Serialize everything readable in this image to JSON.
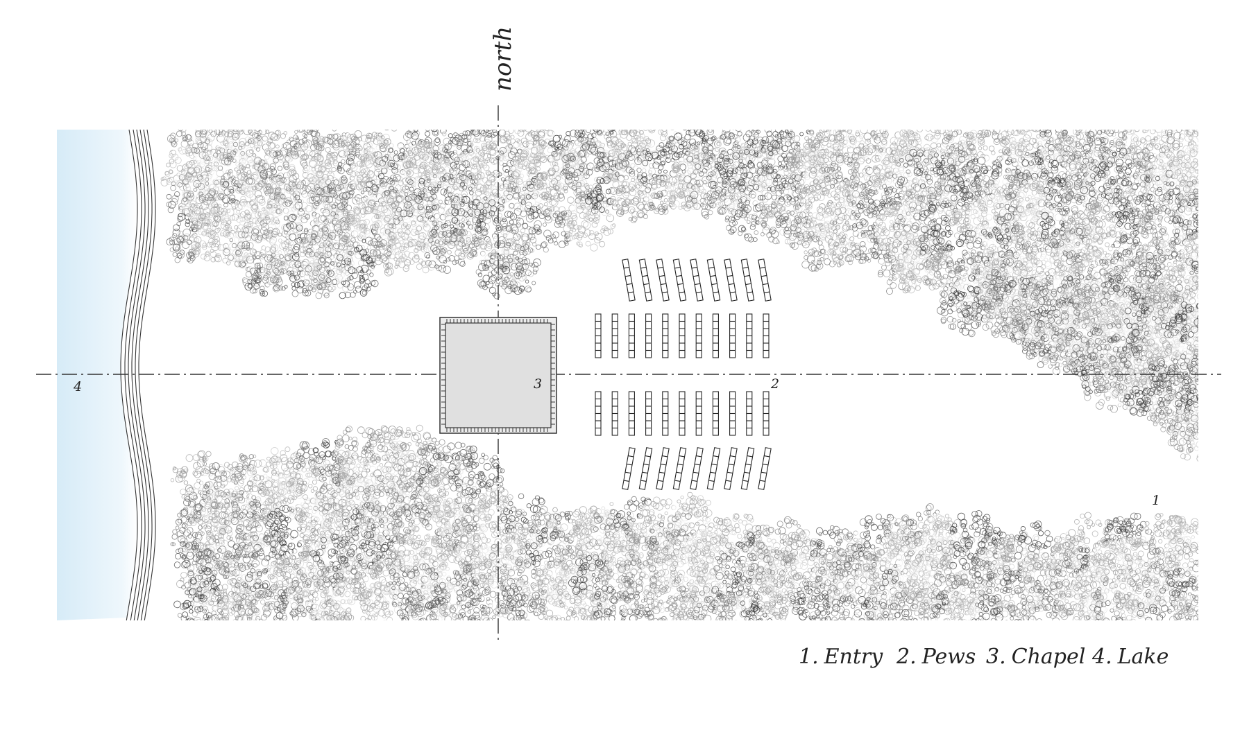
{
  "north_label": "north",
  "site_markers": {
    "entry": "1",
    "pews": "2",
    "chapel": "3",
    "lake": "4"
  },
  "legend": [
    {
      "number": "1.",
      "label": "Entry"
    },
    {
      "number": "2.",
      "label": "Pews"
    },
    {
      "number": "3.",
      "label": "Chapel"
    },
    {
      "number": "4.",
      "label": "Lake"
    }
  ],
  "colors": {
    "lake": "#dceef8",
    "chapel_fill": "#e2e2e2",
    "tree_dark": "#4a4a4a",
    "tree_light": "#9a9a9a",
    "axis": "#333333"
  },
  "icons": {
    "trees": "tree-canopy-icon",
    "pew": "pew-bench-icon",
    "chapel": "chapel-roof-icon"
  }
}
